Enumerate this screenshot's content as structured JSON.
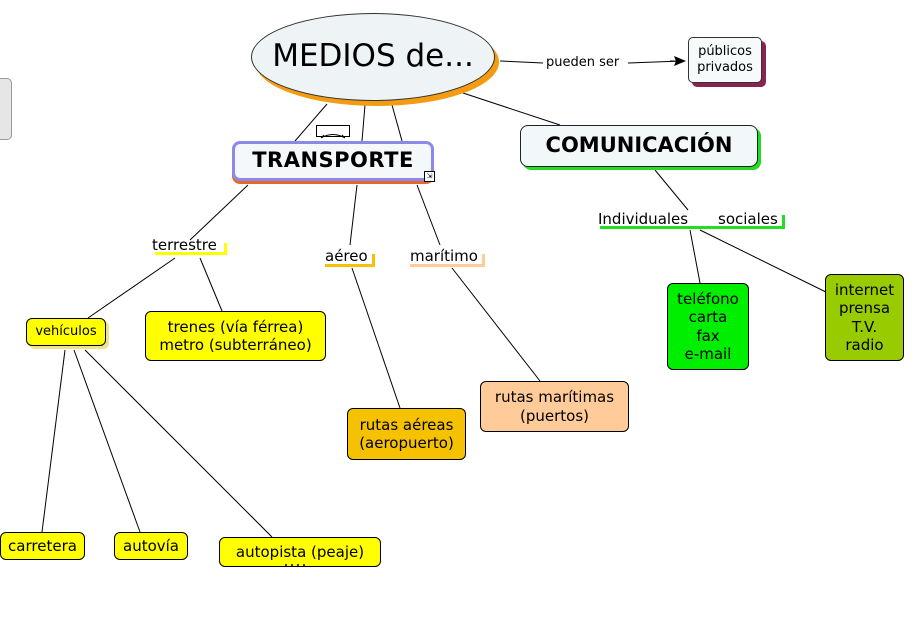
{
  "map": {
    "root": "MEDIOS de...",
    "link_pueden_ser": "pueden ser",
    "publicos": "públicos\nprivados",
    "transporte": "TRANSPORTE",
    "comunicacion": "COMUNICACIÓN",
    "terrestre": "terrestre",
    "aereo": "aéreo",
    "maritimo": "marítimo",
    "vehiculos": "vehículos",
    "trenes": "trenes (vía férrea)\nmetro (subterráneo)",
    "carretera": "carretera",
    "autovia": "autovía",
    "autopista": "autopista (peaje)",
    "rutas_aereas": "rutas aéreas\n(aeropuerto)",
    "rutas_maritimas": "rutas marítimas\n(puertos)",
    "individuales": "Individuales",
    "sociales": "sociales",
    "individuales_items": "teléfono\ncarta\nfax\ne-mail",
    "sociales_items": "internet\nprensa\nT.V.\nradio"
  },
  "colors": {
    "root_shadow": "#f39c12",
    "transporte_border": "#8b8ae8",
    "comunicacion_shadow": "#22dd22",
    "yellow": "#ffff00",
    "aereo_box": "#f6c200",
    "maritimo_box": "#ffcc99",
    "individuales_box": "#00ee00",
    "sociales_box": "#99cc00",
    "publicos_shadow": "#8b2252"
  }
}
